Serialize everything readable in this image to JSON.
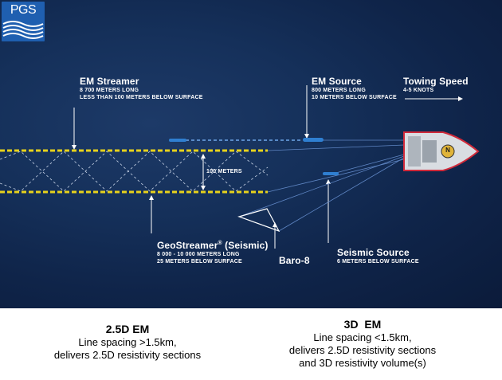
{
  "logo": {
    "text": "PGS"
  },
  "labels": {
    "em_streamer": {
      "title": "EM Streamer",
      "line1": "8 700 METERS LONG",
      "line2": "LESS THAN 100 METERS BELOW SURFACE"
    },
    "em_source": {
      "title": "EM Source",
      "line1": "800 METERS LONG",
      "line2": "10 METERS BELOW SURFACE"
    },
    "towing_speed": {
      "title": "Towing Speed",
      "line1": "4-5 KNOTS"
    },
    "depth_marker": "100 METERS",
    "geostreamer": {
      "title": "GeoStreamer",
      "reg": "®",
      "suffix": " (Seismic)",
      "line1": "8 000 - 10 000 METERS LONG",
      "line2": "25 METERS BELOW SURFACE"
    },
    "baro": "Baro-8",
    "seismic_source": {
      "title": "Seismic Source",
      "line1": "6 METERS BELOW SURFACE"
    },
    "vessel_badge": "N"
  },
  "captions": {
    "left": {
      "title": "2.5D EM",
      "line1": "Line spacing >1.5km,",
      "line2": "delivers 2.5D resistivity sections"
    },
    "right": {
      "title": "3D  EM",
      "line1": "Line spacing <1.5km,",
      "line2": "delivers 2.5D resistivity sections",
      "line3": "and 3D resistivity volume(s)"
    }
  },
  "colors": {
    "background": "#13294f",
    "streamer_yellow": "#e7d21c",
    "source_blue": "#2f7fd1",
    "vessel": "#d9dde2",
    "vessel_outline": "#d12a3a",
    "logo_blue": "#1f5fb0"
  }
}
